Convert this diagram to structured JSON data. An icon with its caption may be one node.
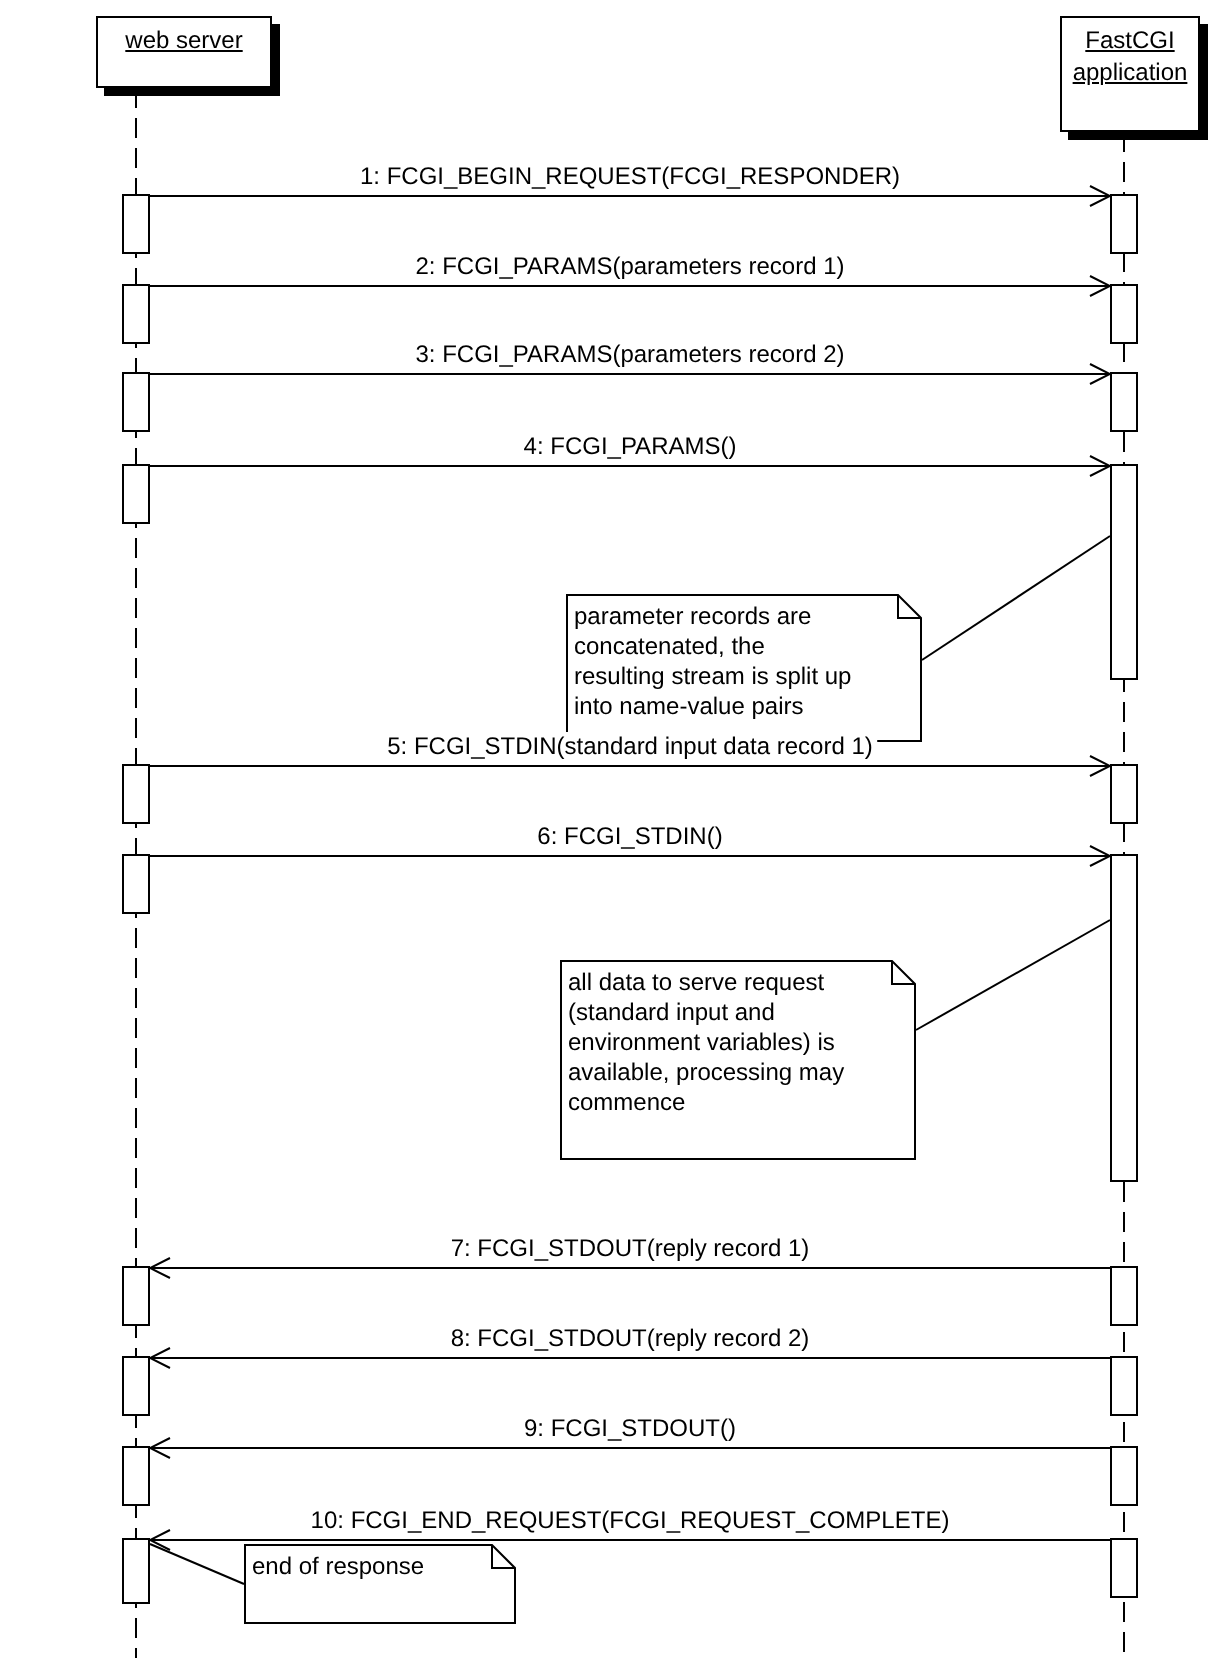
{
  "diagram": {
    "nodes": [
      {
        "text": [
          "web server"
        ]
      },
      {
        "text": [
          "FastCGI application"
        ]
      },
      {
        "text": [],
        "shape": "bar"
      },
      {
        "text": [],
        "shape": "bar"
      },
      {
        "text": [],
        "shape": "bar"
      },
      {
        "text": [],
        "shape": "bar"
      },
      {
        "text": [],
        "shape": "bar"
      },
      {
        "text": [],
        "shape": "bar"
      },
      {
        "text": [],
        "shape": "bar"
      },
      {
        "text": [],
        "shape": "bar"
      },
      {
        "text": [
          "parameter records are concatenated, the resulting stream is split up into name-value pairs"
        ]
      },
      {
        "text": [],
        "shape": "bar"
      },
      {
        "text": [],
        "shape": "bar"
      },
      {
        "text": [],
        "shape": "bar"
      },
      {
        "text": [],
        "shape": "bar"
      },
      {
        "text": [
          "all data to serve request (standard input and environment variables) is available, processing may commence"
        ]
      },
      {
        "text": [],
        "shape": "bar"
      },
      {
        "text": [],
        "shape": "bar"
      },
      {
        "text": [],
        "shape": "bar"
      },
      {
        "text": [],
        "shape": "bar"
      },
      {
        "text": [],
        "shape": "bar"
      },
      {
        "text": [],
        "shape": "bar"
      },
      {
        "text": [],
        "shape": "bar"
      },
      {
        "text": [],
        "shape": "bar"
      },
      {
        "text": [
          "end of response"
        ]
      }
    ],
    "edges": [
      {
        "from": 2,
        "to": 3,
        "arrow": "to",
        "label": "1: FCGI_BEGIN_REQUEST(FCGI_RESPONDER)"
      },
      {
        "from": 4,
        "to": 5,
        "arrow": "to",
        "label": "2: FCGI_PARAMS(parameters record 1)"
      },
      {
        "from": 6,
        "to": 7,
        "arrow": "to",
        "label": "3: FCGI_PARAMS(parameters record 2)"
      },
      {
        "from": 8,
        "to": 9,
        "arrow": "to",
        "label": "4: FCGI_PARAMS()"
      },
      {
        "from": 11,
        "to": 12,
        "arrow": "to",
        "label": "5: FCGI_STDIN(standard input data record 1)"
      },
      {
        "from": 13,
        "to": 14,
        "arrow": "to",
        "label": "6: FCGI_STDIN()"
      },
      {
        "from": 17,
        "to": 16,
        "arrow": "to",
        "label": "7: FCGI_STDOUT(reply record 1)"
      },
      {
        "from": 19,
        "to": 18,
        "arrow": "to",
        "label": "8: FCGI_STDOUT(reply record 2)"
      },
      {
        "from": 21,
        "to": 20,
        "arrow": "to",
        "label": "9: FCGI_STDOUT()"
      },
      {
        "from": 23,
        "to": 22,
        "arrow": "to",
        "label": "10: FCGI_END_REQUEST(FCGI_REQUEST_COMPLETE)"
      },
      {
        "from": 10,
        "to": 9,
        "arrow": "none"
      },
      {
        "from": 15,
        "to": 14,
        "arrow": "none"
      },
      {
        "from": 24,
        "to": 22,
        "arrow": "none"
      }
    ]
  }
}
